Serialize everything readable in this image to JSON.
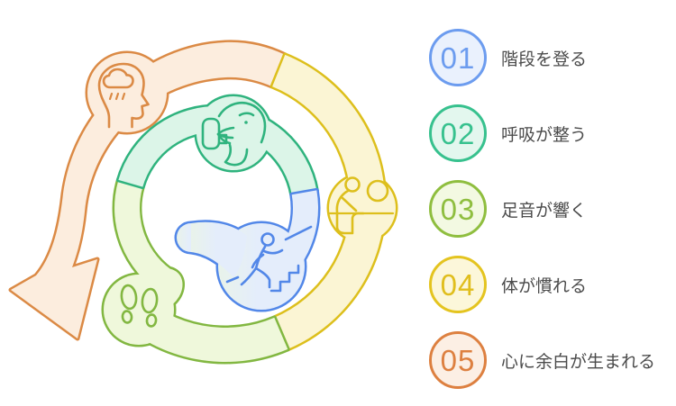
{
  "background": "#FFFFFF",
  "steps": [
    {
      "number": "01",
      "label": "階段を登る",
      "colors": {
        "border": "#6C9CEF",
        "fill": "#EAF1FD",
        "text": "#6C9CEF"
      }
    },
    {
      "number": "02",
      "label": "呼吸が整う",
      "colors": {
        "border": "#37C18E",
        "fill": "#E3F7EE",
        "text": "#37C18E"
      }
    },
    {
      "number": "03",
      "label": "足音が響く",
      "colors": {
        "border": "#8FBE3F",
        "fill": "#F3F9E2",
        "text": "#8FBE3F"
      }
    },
    {
      "number": "04",
      "label": "体が慣れる",
      "colors": {
        "border": "#E4C41F",
        "fill": "#FCF7DA",
        "text": "#E0BE1D"
      }
    },
    {
      "number": "05",
      "label": "心に余白が生まれる",
      "colors": {
        "border": "#DD8040",
        "fill": "#FCEFE4",
        "text": "#DD8040"
      }
    }
  ],
  "diagram": {
    "type": "cycle-arrow",
    "description": "circular cycle band with arrow exiting bottom-left",
    "segments": [
      {
        "step": "05",
        "icon": "rain-cloud-head-icon",
        "stroke": "#DB8A45",
        "fill": "#FCEDDE",
        "position": "outer-top-left-arrow"
      },
      {
        "step": "04",
        "icon": "sitting-person-icon",
        "stroke": "#DDBF1C",
        "fill": "#FBF5D4",
        "position": "outer-right"
      },
      {
        "step": "03",
        "icon": "footprints-icon",
        "stroke": "#82B741",
        "fill": "#EFF8DB",
        "position": "outer-bottom-to-inner-left"
      },
      {
        "step": "02",
        "icon": "breathing-face-icon",
        "stroke": "#2FB37E",
        "fill": "#DCF5E8",
        "position": "inner-top"
      },
      {
        "step": "01",
        "icon": "stairs-climb-icon",
        "stroke": "#5287E8",
        "fill": "#E4EDFB",
        "position": "inner-bottom-right"
      }
    ]
  }
}
